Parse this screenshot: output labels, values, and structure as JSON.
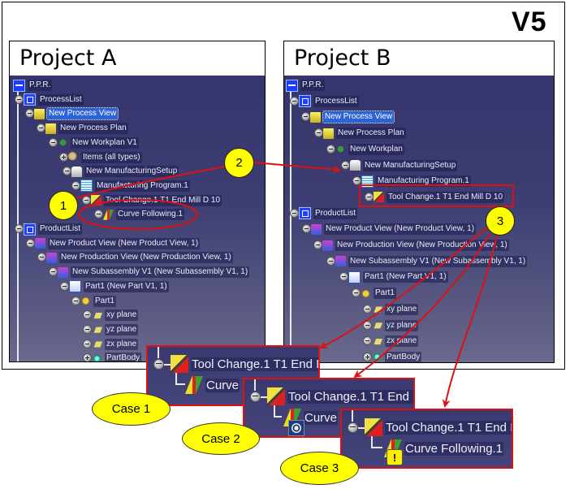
{
  "version_label": "V5",
  "colors": {
    "annotation_red": "#e01010",
    "callout_yellow": "#ffff00",
    "tree_bg": "#3a3a72",
    "selection": "#2a64d8"
  },
  "project_a": {
    "title": "Project A",
    "nodes": [
      {
        "label": "P.P.R.",
        "icon": "ppr-icon"
      },
      {
        "label": "ProcessList",
        "icon": "process-list-icon"
      },
      {
        "label": "New Process View",
        "icon": "folder-icon",
        "selected": true
      },
      {
        "label": "New Process Plan",
        "icon": "folder-icon"
      },
      {
        "label": "New Workplan V1",
        "icon": "workplan-icon"
      },
      {
        "label": "Items (all types)",
        "icon": "items-icon"
      },
      {
        "label": "New ManufacturingSetup",
        "icon": "setup-icon"
      },
      {
        "label": "Manufacturing Program.1",
        "icon": "program-icon"
      },
      {
        "label": "Tool Change.1  T1 End Mill D 10",
        "icon": "tool-change-icon"
      },
      {
        "label": "Curve Following.1",
        "icon": "curve-following-icon"
      },
      {
        "label": "ProductList",
        "icon": "product-list-icon"
      },
      {
        "label": "New Product View (New Product View, 1)",
        "icon": "product-icon"
      },
      {
        "label": "New Production View (New Production View, 1)",
        "icon": "product-icon"
      },
      {
        "label": "New Subassembly V1 (New Subassembly V1, 1)",
        "icon": "product-icon"
      },
      {
        "label": "Part1 (New Part V1, 1)",
        "icon": "part-icon"
      },
      {
        "label": "Part1",
        "icon": "gear-icon"
      },
      {
        "label": "xy plane",
        "icon": "plane-icon"
      },
      {
        "label": "yz plane",
        "icon": "plane-icon"
      },
      {
        "label": "zx plane",
        "icon": "plane-icon"
      },
      {
        "label": "PartBody",
        "icon": "body-icon"
      }
    ]
  },
  "project_b": {
    "title": "Project B",
    "nodes": [
      {
        "label": "P.P.R.",
        "icon": "ppr-icon"
      },
      {
        "label": "ProcessList",
        "icon": "process-list-icon"
      },
      {
        "label": "New Process View",
        "icon": "folder-icon",
        "selected": true
      },
      {
        "label": "New Process Plan",
        "icon": "folder-icon"
      },
      {
        "label": "New Workplan",
        "icon": "workplan-icon"
      },
      {
        "label": "New ManufacturingSetup",
        "icon": "setup-icon"
      },
      {
        "label": "Manufacturing Program.1",
        "icon": "program-icon"
      },
      {
        "label": "Tool Change.1  T1 End Mill D 10",
        "icon": "tool-change-icon"
      },
      {
        "label": "ProductList",
        "icon": "product-list-icon"
      },
      {
        "label": "New Product View (New Product View, 1)",
        "icon": "product-icon"
      },
      {
        "label": "New Production View (New Production View, 1)",
        "icon": "product-icon"
      },
      {
        "label": "New Subassembly V1 (New Subassembly V1, 1)",
        "icon": "product-icon"
      },
      {
        "label": "Part1 (New Part V1, 1)",
        "icon": "part-icon"
      },
      {
        "label": "Part1",
        "icon": "gear-icon"
      },
      {
        "label": "xy plane",
        "icon": "plane-icon"
      },
      {
        "label": "yz plane",
        "icon": "plane-icon"
      },
      {
        "label": "zx plane",
        "icon": "plane-icon"
      },
      {
        "label": "PartBody",
        "icon": "body-icon"
      }
    ]
  },
  "callouts": [
    "1",
    "2",
    "3"
  ],
  "cases": [
    {
      "label": "Case 1",
      "tool_change": "Tool Change.1  T1 End I",
      "operation": "Curve",
      "badge": "none"
    },
    {
      "label": "Case 2",
      "tool_change": "Tool Change.1  T1 End I",
      "operation": "Curve",
      "badge": "spiral-icon"
    },
    {
      "label": "Case 3",
      "tool_change": "Tool Change.1  T1 End I",
      "operation": "Curve Following.1",
      "badge": "warning-icon",
      "badge_glyph": "!"
    }
  ]
}
